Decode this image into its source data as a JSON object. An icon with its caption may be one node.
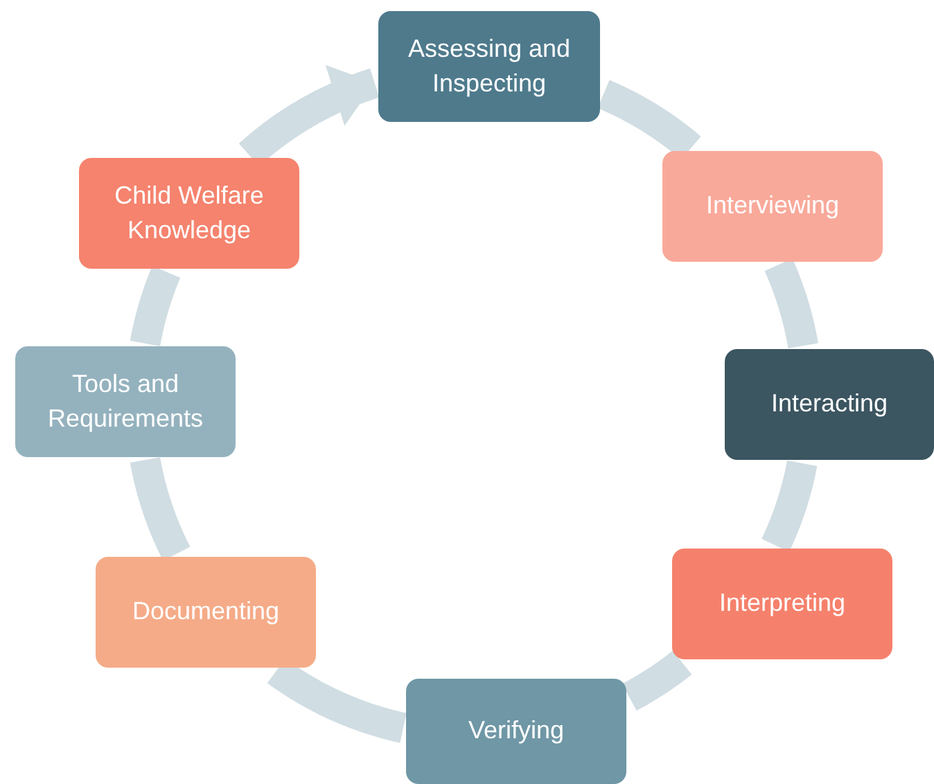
{
  "diagram": {
    "nodes": [
      {
        "text": [
          "Assessing and Inspecting"
        ]
      },
      {
        "text": [
          "Interviewing"
        ]
      },
      {
        "text": [
          "Interacting"
        ]
      },
      {
        "text": [
          "Interpreting"
        ]
      },
      {
        "text": [
          "Verifying"
        ]
      },
      {
        "text": [
          "Documenting"
        ]
      },
      {
        "text": [
          "Tools and Requirements"
        ]
      },
      {
        "text": [
          "Child Welfare Knowledge"
        ]
      }
    ],
    "edges": [
      {
        "from": 0,
        "to": 1,
        "arrow": "none"
      },
      {
        "from": 1,
        "to": 2,
        "arrow": "none"
      },
      {
        "from": 2,
        "to": 3,
        "arrow": "none"
      },
      {
        "from": 3,
        "to": 4,
        "arrow": "none"
      },
      {
        "from": 4,
        "to": 5,
        "arrow": "none"
      },
      {
        "from": 5,
        "to": 6,
        "arrow": "none"
      },
      {
        "from": 6,
        "to": 7,
        "arrow": "none"
      },
      {
        "from": 7,
        "to": 0,
        "arrow": "to"
      }
    ]
  }
}
